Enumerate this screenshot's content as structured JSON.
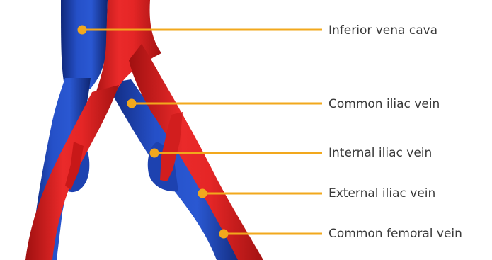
{
  "diagram": {
    "labels": {
      "inferior_vena_cava": "Inferior vena cava",
      "common_iliac_vein": "Common iliac vein",
      "internal_iliac_vein": "Internal iliac vein",
      "external_iliac_vein": "External iliac vein",
      "common_femoral_vein": "Common femoral vein"
    },
    "colors": {
      "vein": "#1f45b8",
      "vein_dark": "#0e2470",
      "artery": "#e02323",
      "artery_dark": "#9e1010",
      "leader": "#f2a81d",
      "text": "#3a3a3a"
    }
  }
}
